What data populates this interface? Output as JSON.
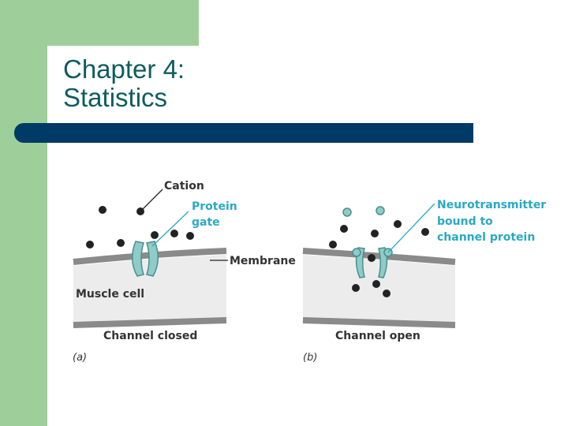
{
  "slide": {
    "title_line1": "Chapter 4:",
    "title_line2": "Statistics"
  },
  "figure": {
    "labels": {
      "cation": "Cation",
      "protein_gate_line1": "Protein",
      "protein_gate_line2": "gate",
      "membrane": "Membrane",
      "muscle_cell": "Muscle cell",
      "channel_closed": "Channel closed",
      "channel_open": "Channel open",
      "neuro_line1": "Neurotransmitter",
      "neuro_line2": "bound to",
      "neuro_line3": "channel protein",
      "panel_a": "(a)",
      "panel_b": "(b)"
    },
    "colors": {
      "membrane_gray": "#8a8a8a",
      "cell_fill": "#ececec",
      "protein_teal": "#8ecbc9",
      "neurotransmitter": "#8ecbc9",
      "cation": "#222222",
      "teal_label": "#2aa8c4"
    }
  }
}
